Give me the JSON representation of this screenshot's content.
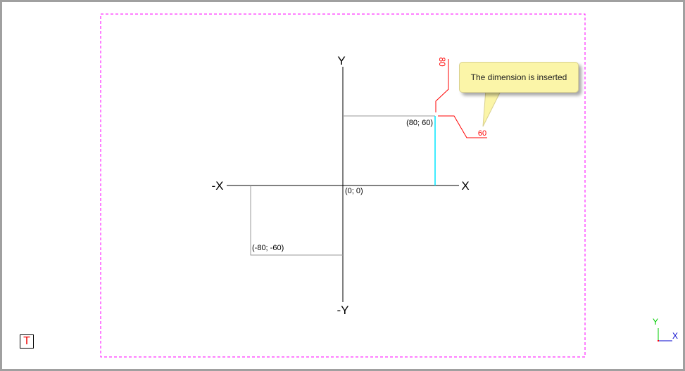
{
  "axes": {
    "y": "Y",
    "neg_y": "-Y",
    "x": "X",
    "neg_x": "-X"
  },
  "points": {
    "origin": "(0; 0)",
    "p1": "(80; 60)",
    "p2": "(-80; -60)"
  },
  "dimensions": {
    "vertical": "80",
    "horizontal": "60"
  },
  "tooltip": "The dimension is inserted",
  "ucs": {
    "x": "X",
    "y": "Y"
  },
  "text_tool": "T",
  "colors": {
    "dimension": "#ff0000",
    "highlight": "#00e5ff",
    "border": "#ff00ff"
  }
}
